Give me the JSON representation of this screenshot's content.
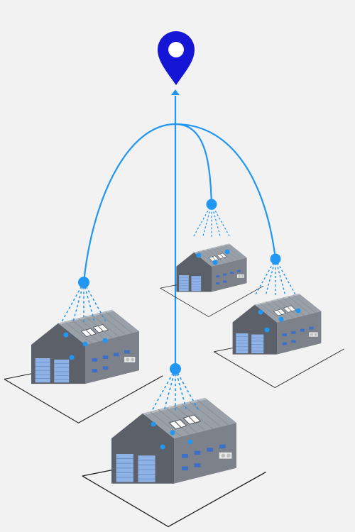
{
  "diagram": {
    "background": "#f2f2f2",
    "colors": {
      "link": "#2196f3",
      "pin": "#1515d6",
      "wall_front": "#5c6068",
      "wall_side": "#7d8189",
      "roof": "#9aa0a8",
      "roof_edge": "#b7bcc3",
      "door": "#8fb2e6",
      "plot_line": "#222222"
    },
    "icons": {
      "destination": "map-pin-icon",
      "node": "sensor-node-icon",
      "building": "warehouse-icon"
    },
    "warehouse_count": 4,
    "sensor_node_count": 4,
    "destination_count": 1
  }
}
